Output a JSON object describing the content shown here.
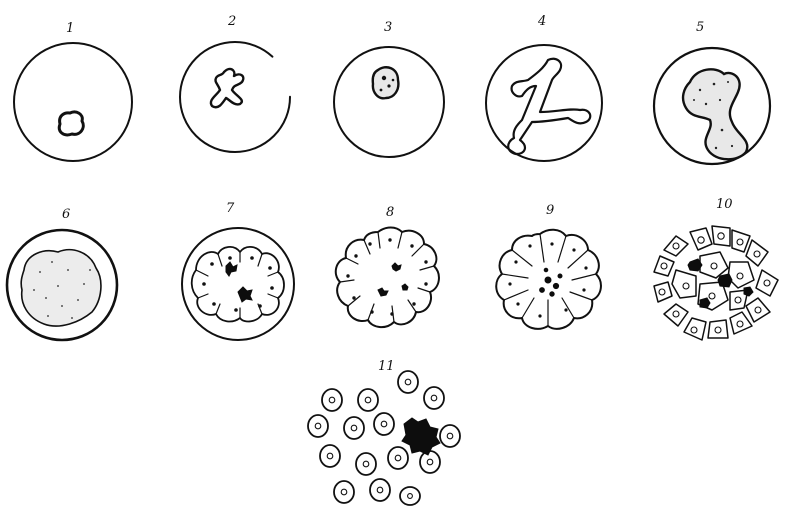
{
  "figure": {
    "panel_labels": [
      "1",
      "2",
      "3",
      "4",
      "5",
      "6",
      "7",
      "8",
      "9",
      "10",
      "11"
    ]
  }
}
